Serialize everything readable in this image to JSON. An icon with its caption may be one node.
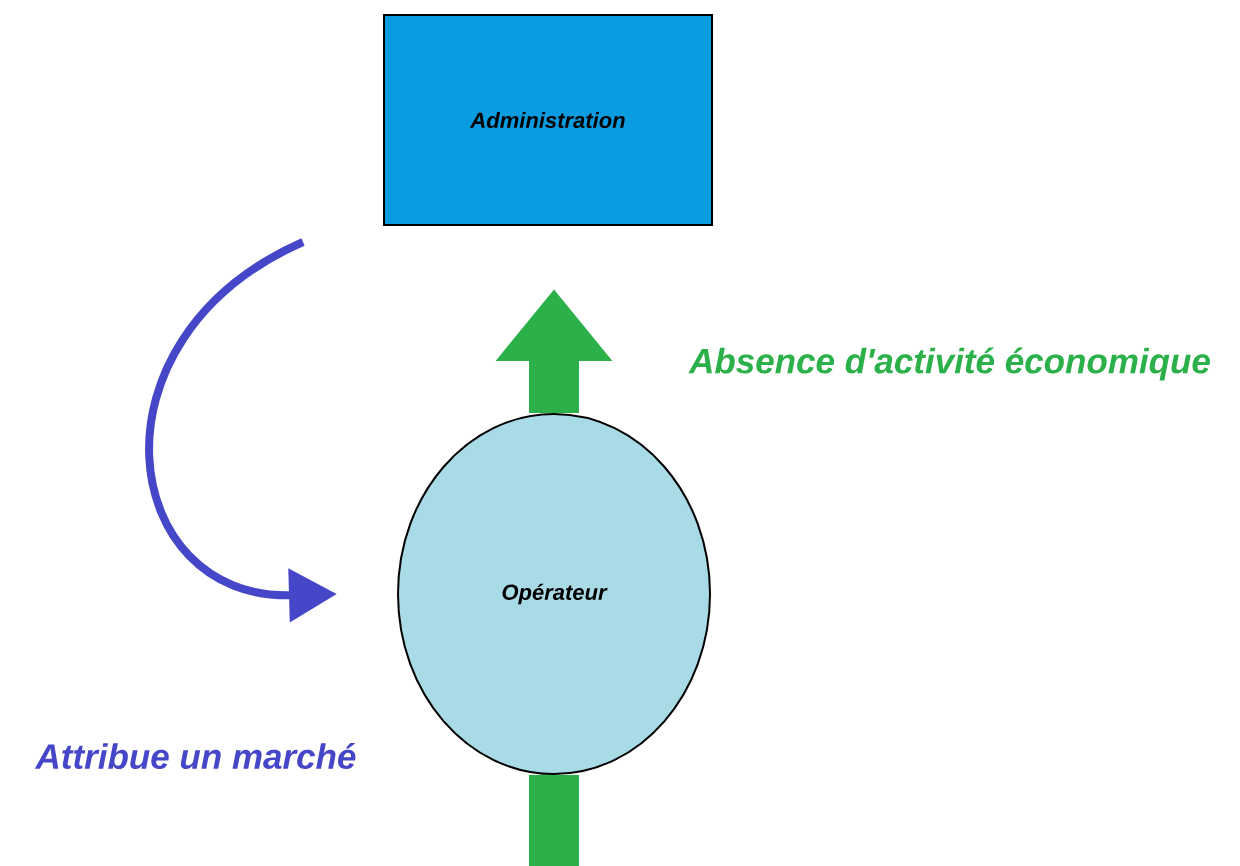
{
  "diagram": {
    "nodes": [
      {
        "text": [
          "Administration"
        ]
      },
      {
        "text": [
          "Opérateur"
        ]
      }
    ],
    "edges": [
      {
        "from": 0,
        "to": 1,
        "arrow": "to",
        "label": "Attribue un marché",
        "color": "#4646c8"
      },
      {
        "from": 1,
        "to": null,
        "arrow": "to",
        "label": "Absence d'activité économique",
        "color": "#2bb04a"
      },
      {
        "from": null,
        "to": 1,
        "arrow": "none",
        "color": "#2bb04a"
      }
    ]
  }
}
